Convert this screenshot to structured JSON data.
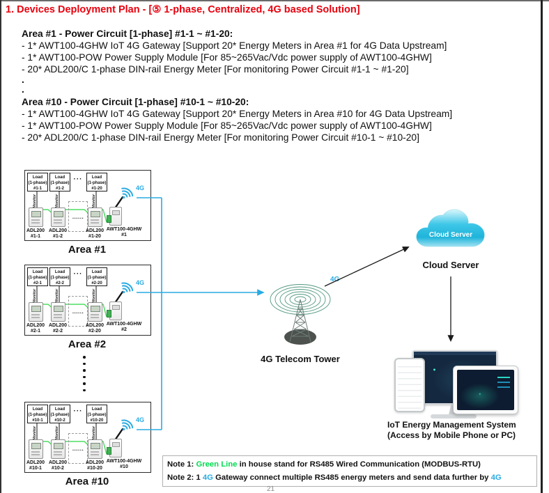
{
  "colors": {
    "title_red": "#e8000d",
    "link_blue_4g": "#29abe2",
    "wire_green": "#4fdd63",
    "note_green": "#00db4f"
  },
  "header": {
    "title": "1. Devices Deployment Plan - [⑤ 1-phase, Centralized, 4G based Solution]"
  },
  "specs": {
    "sections": [
      {
        "heading": "Area #1 - Power Circuit [1-phase] #1-1 ~ #1-20:",
        "lines": [
          "- 1* AWT100-4GHW IoT 4G Gateway [Support 20* Energy Meters in Area #1 for 4G Data Upstream]",
          "- 1* AWT100-POW Power Supply Module [For 85~265Vac/Vdc power supply of AWT100-4GHW]",
          "- 20* ADL200/C 1-phase DIN-rail Energy Meter [For monitoring Power Circuit #1-1 ~ #1-20]"
        ]
      },
      {
        "heading": "Area #10 - Power Circuit [1-phase] #10-1 ~ #10-20:",
        "lines": [
          "- 1* AWT100-4GHW IoT 4G Gateway [Support 20* Energy Meters in Area #10 for 4G Data Upstream]",
          "- 1* AWT100-POW Power Supply Module [For 85~265Vac/Vdc power supply of AWT100-4GHW]",
          "- 20* ADL200/C 1-phase DIN-rail Energy Meter [For monitoring Power Circuit #10-1 ~ #10-20]"
        ]
      }
    ],
    "continuation_dots": [
      ".",
      "."
    ]
  },
  "diagram": {
    "areas": [
      {
        "label": "Area #1",
        "loads": [
          {
            "l1": "Load",
            "l2": "(1-phase)",
            "l3": "#1-1"
          },
          {
            "l1": "Load",
            "l2": "(1-phase)",
            "l3": "#1-2"
          },
          {
            "l1": "Load",
            "l2": "(1-phase)",
            "l3": "#1-20"
          }
        ],
        "load_ellipsis": "···",
        "monitor": "Monitor",
        "meter_ellipsis": "......",
        "meters": [
          {
            "name": "ADL200",
            "id": "#1-1"
          },
          {
            "name": "ADL200",
            "id": "#1-2"
          },
          {
            "name": "ADL200",
            "id": "#1-20"
          }
        ],
        "gateway": {
          "name": "AWT100-4GHW",
          "id": "#1"
        },
        "signal_label": "4G"
      },
      {
        "label": "Area #2",
        "loads": [
          {
            "l1": "Load",
            "l2": "(1-phase)",
            "l3": "#2-1"
          },
          {
            "l1": "Load",
            "l2": "(1-phase)",
            "l3": "#2-2"
          },
          {
            "l1": "Load",
            "l2": "(1-phase)",
            "l3": "#2-20"
          }
        ],
        "load_ellipsis": "···",
        "monitor": "Monitor",
        "meter_ellipsis": "......",
        "meters": [
          {
            "name": "ADL200",
            "id": "#2-1"
          },
          {
            "name": "ADL200",
            "id": "#2-2"
          },
          {
            "name": "ADL200",
            "id": "#2-20"
          }
        ],
        "gateway": {
          "name": "AWT100-4GHW",
          "id": "#2"
        },
        "signal_label": "4G"
      },
      {
        "label": "Area #10",
        "loads": [
          {
            "l1": "Load",
            "l2": "(1-phase)",
            "l3": "#10-1"
          },
          {
            "l1": "Load",
            "l2": "(1-phase)",
            "l3": "#10-2"
          },
          {
            "l1": "Load",
            "l2": "(1-phase)",
            "l3": "#10-20"
          }
        ],
        "load_ellipsis": "···",
        "monitor": "Monitor",
        "meter_ellipsis": "......",
        "meters": [
          {
            "name": "ADL200",
            "id": "#10-1"
          },
          {
            "name": "ADL200",
            "id": "#10-2"
          },
          {
            "name": "ADL200",
            "id": "#10-20"
          }
        ],
        "gateway": {
          "name": "AWT100-4GHW",
          "id": "#10"
        },
        "signal_label": "4G"
      }
    ],
    "areas_ellipsis": "......",
    "tower": {
      "label": "4G Telecom Tower"
    },
    "uplink_4g_label": "4G",
    "cloud": {
      "badge": "Cloud Server",
      "label": "Cloud Server"
    },
    "iot": {
      "line1": "IoT Energy Management System",
      "line2": "(Access by Mobile Phone or PC)"
    }
  },
  "notes": {
    "note1": {
      "prefix": "Note 1: ",
      "highlight": "Green Line",
      "rest": " in house stand for RS485 Wired Communication (MODBUS-RTU)"
    },
    "note2": {
      "prefix": "Note 2: 1 ",
      "g1": "4G",
      "mid": " Gateway connect multiple RS485 energy meters and send data further by ",
      "g2": "4G"
    }
  },
  "footer": {
    "page_number": "21"
  }
}
